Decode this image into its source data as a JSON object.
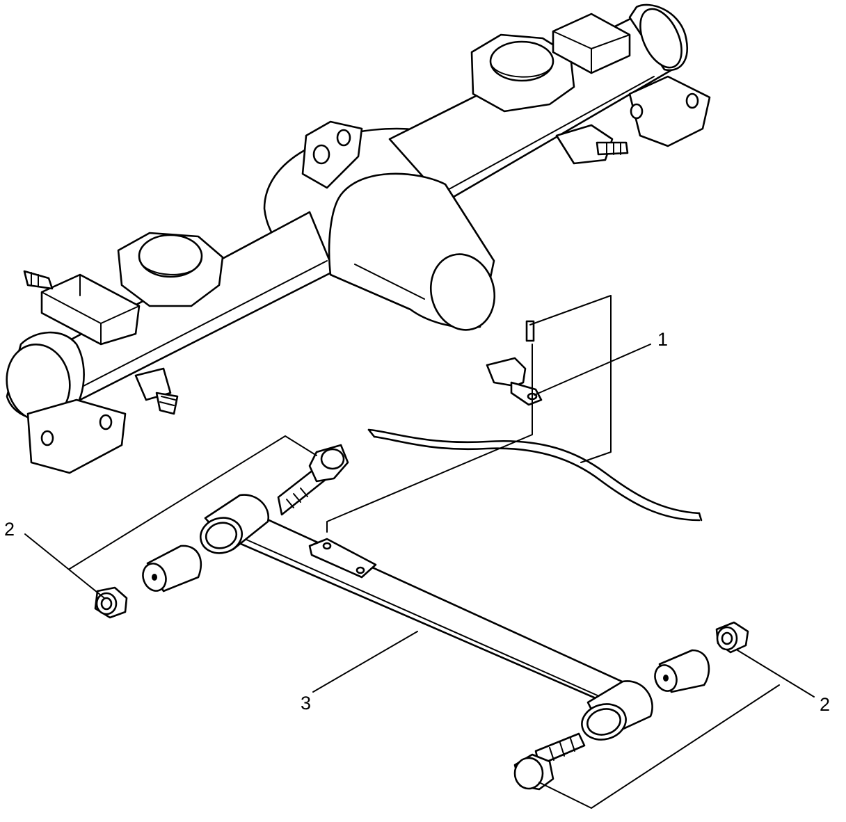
{
  "diagram": {
    "callouts": [
      {
        "id": "1",
        "label": "1"
      },
      {
        "id": "2a",
        "label": "2"
      },
      {
        "id": "2b",
        "label": "2"
      },
      {
        "id": "3",
        "label": "3"
      }
    ]
  }
}
